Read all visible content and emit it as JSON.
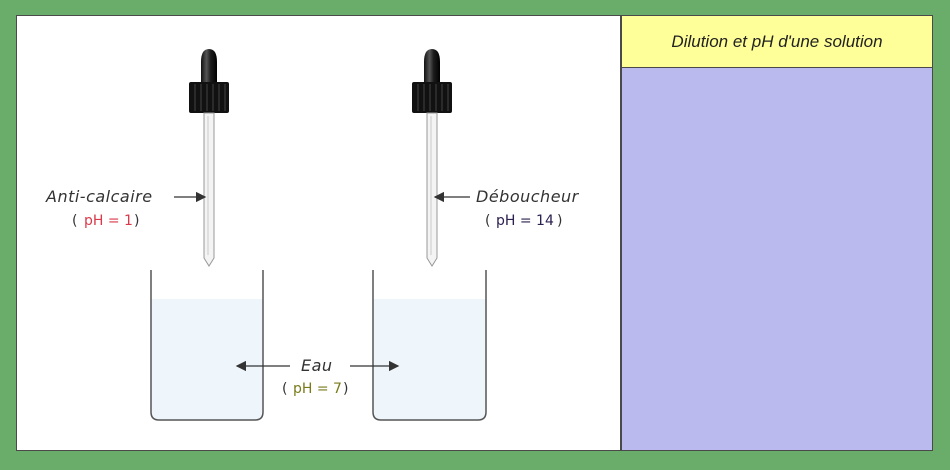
{
  "panel": {
    "title": "Dilution et pH d'une solution"
  },
  "labels": {
    "acid_name": "Anti-calcaire",
    "acid_ph": "pH = 1",
    "base_name": "Déboucheur",
    "base_ph": "pH = 14",
    "water_name": "Eau",
    "water_ph": "pH = 7",
    "open_paren": "(",
    "close_paren": ")"
  },
  "colors": {
    "acid_ph": "#d9394a",
    "base_ph": "#2b2150",
    "water_ph": "#7a7a1a",
    "water": "#eef6fb",
    "panel_title_bg": "#ffff99",
    "panel_body_bg": "#babaee",
    "page_bg": "#6aad6a"
  }
}
